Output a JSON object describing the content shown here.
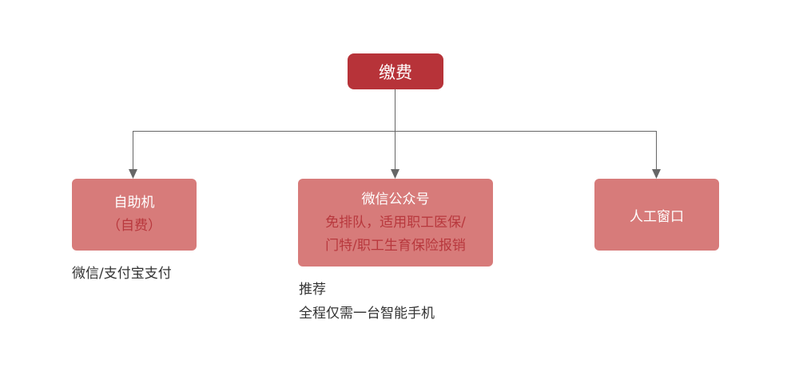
{
  "root": {
    "label": "缴费"
  },
  "branches": [
    {
      "title": "自助机",
      "subtitle": "（自费）",
      "note_lines": [
        "微信/支付宝支付"
      ]
    },
    {
      "title": "微信公众号",
      "subtitle_lines": [
        "免排队，适用职工医保/",
        "门特/职工生育保险报销"
      ],
      "note_lines": [
        "推荐",
        "全程仅需一台智能手机"
      ]
    },
    {
      "title": "人工窗口"
    }
  ],
  "colors": {
    "root": "#b73339",
    "box": "#d77b7a",
    "highlight_text": "#b8383d",
    "connector": "#666666"
  }
}
